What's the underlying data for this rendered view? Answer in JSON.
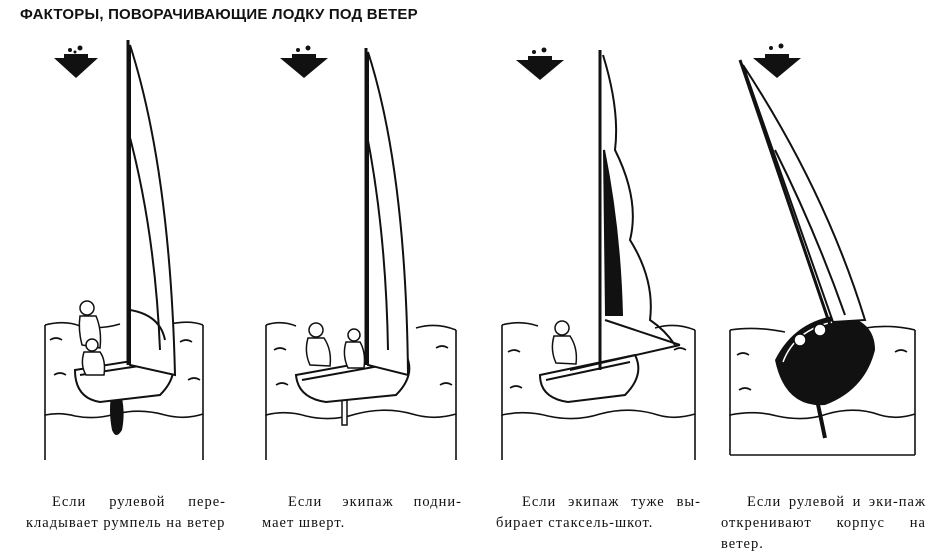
{
  "title": "ФАКТОРЫ, ПОВОРАЧИВАЮЩИЕ ЛОДКУ ПОД ВЕТЕР",
  "panels": [
    {
      "caption": "Если рулевой пере-кладывает румпель на ветер"
    },
    {
      "caption": "Если экипаж подни-мает шверт."
    },
    {
      "caption": "Если экипаж туже вы-бирает стаксель-шкот."
    },
    {
      "caption": "Если рулевой и эки-паж откренивают корпус на ветер."
    }
  ],
  "colors": {
    "ink": "#111111",
    "paper": "#ffffff"
  }
}
